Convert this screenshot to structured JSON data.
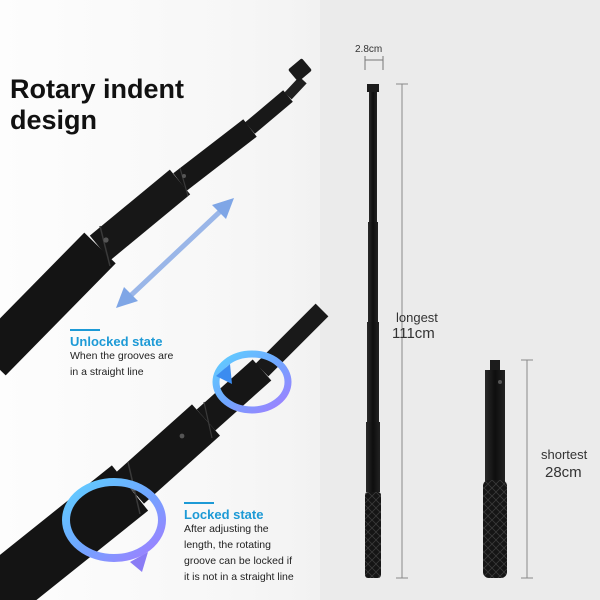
{
  "headline": {
    "line1": "Rotary indent",
    "line2": "design"
  },
  "unlocked": {
    "title": "Unlocked state",
    "desc_line1": "When the grooves are",
    "desc_line2": "in a straight line"
  },
  "locked": {
    "title": "Locked state",
    "desc_line1": "After adjusting the",
    "desc_line2": "length, the rotating",
    "desc_line3": "groove can be locked if",
    "desc_line4": "it is not in a straight line"
  },
  "dimensions": {
    "diameter": "2.8cm",
    "longest_label": "longest",
    "longest_value": "111cm",
    "shortest_label": "shortest",
    "shortest_value": "28cm"
  },
  "colors": {
    "accent": "#1d9ad6",
    "pole": "#141414",
    "arrow_blue": "#7fa6e6"
  }
}
